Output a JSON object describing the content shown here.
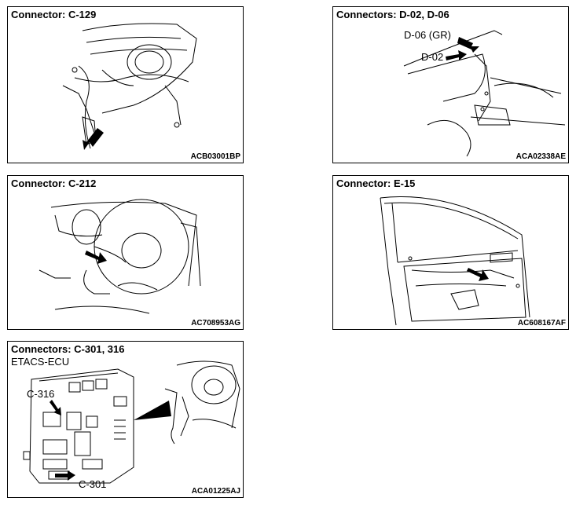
{
  "panels": [
    {
      "title": "Connector: C-129",
      "code": "ACB03001BP",
      "callouts": []
    },
    {
      "title": "Connectors: D-02, D-06",
      "code": "ACA02338AE",
      "callouts": [
        "D-06 (GR)",
        "D-02"
      ]
    },
    {
      "title": "Connector: C-212",
      "code": "AC708953AG",
      "callouts": []
    },
    {
      "title": "Connector: E-15",
      "code": "AC608167AF",
      "callouts": []
    },
    {
      "title": "Connectors: C-301, 316",
      "code": "ACA01225AJ",
      "callouts": [
        "ETACS-ECU",
        "C-316",
        "C-301"
      ]
    }
  ]
}
